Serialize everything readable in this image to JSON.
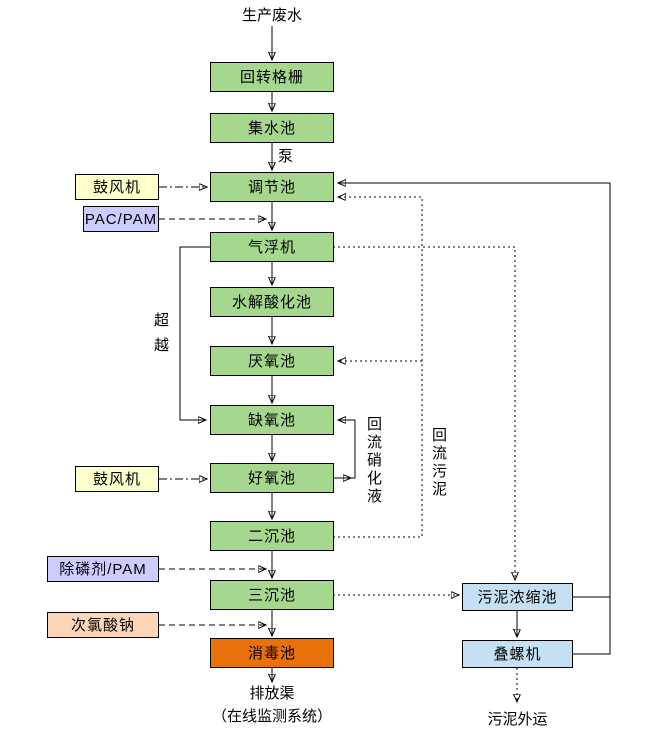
{
  "nodes": {
    "source": "生产废水",
    "rotary_screen": "回转格栅",
    "collection_tank": "集水池",
    "pump": "泵",
    "regulation_tank": "调节池",
    "air_flotation": "气浮机",
    "hydrolysis_tank": "水解酸化池",
    "anaerobic_tank": "厌氧池",
    "anoxic_tank": "缺氧池",
    "aerobic_tank": "好氧池",
    "secondary_sedimentation": "二沉池",
    "tertiary_sedimentation": "三沉池",
    "disinfection_tank": "消毒池",
    "discharge_channel": "排放渠",
    "online_monitoring": "（在线监测系统）",
    "blower_top": "鼓风机",
    "blower_bottom": "鼓风机",
    "pac_pam": "PAC/PAM",
    "phosphorus_pam": "除磷剂/PAM",
    "sodium_hypochlorite": "次氯酸钠",
    "sludge_thickening": "污泥浓缩池",
    "screw_press": "叠螺机",
    "sludge_out": "污泥外运",
    "bypass": "超越",
    "return_nitrified": "回流硝化液",
    "return_sludge": "回流污泥"
  },
  "colors": {
    "process_green": "#A5D78E",
    "disinfection_orange": "#E8710A",
    "blower_yellow": "#FFFFCC",
    "chemical_lavender": "#CCCCFF",
    "hypochlorite_peach": "#FBD5B5",
    "sludge_blue": "#C5E0F2"
  }
}
